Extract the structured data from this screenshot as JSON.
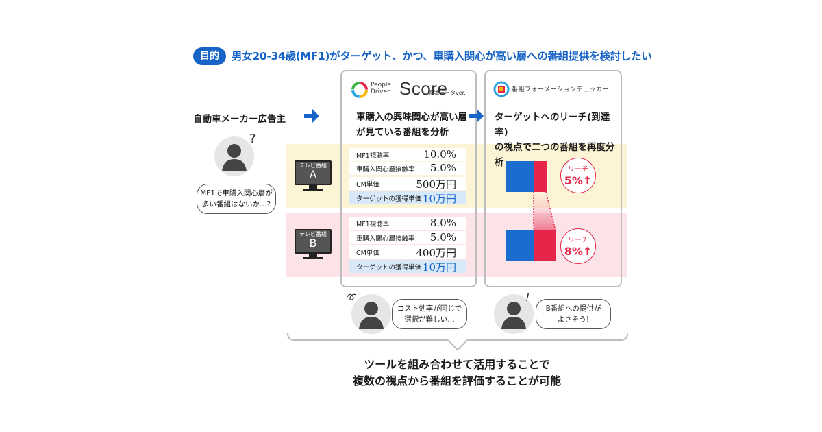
{
  "purpose": {
    "badge": "目的",
    "text": "男女20-34歳(MF1)がターゲット、かつ、車購入関心が高い層への番組提供を検討したい"
  },
  "advertiser": {
    "label": "自動車メーカー広告主",
    "bubble_line1": "MF1で車購入関心層が",
    "bubble_line2": "多い番組はないか…?",
    "mark": "?"
  },
  "tool1": {
    "logo_small_line1": "People",
    "logo_small_line2": "Driven",
    "logo_big": "Score",
    "logo_sub": "意識データver.",
    "heading_line1": "車購入の興味関心が高い層",
    "heading_line2": "が見ている番組を分析",
    "person_bubble_line1": "コスト効率が同じで",
    "person_bubble_line2": "選択が難しい…"
  },
  "tool2": {
    "logo_text": "番組フォーメーションチェッカー",
    "heading_line1": "ターゲットへのリーチ(到達率)",
    "heading_line2": "の視点で二つの番組を再度分析",
    "person_bubble_line1": "B番組への提供が",
    "person_bubble_line2": "よさそう!",
    "mark": "!"
  },
  "programs": [
    {
      "tv_label": "テレビ番組",
      "letter": "A",
      "metrics": [
        {
          "label": "MF1視聴率",
          "value": "10.0%"
        },
        {
          "label": "車購入関心層接触率",
          "value": "5.0%"
        },
        {
          "label": "CM単価",
          "value": "500万円"
        },
        {
          "label": "ターゲットの獲得単価",
          "value": "10万円"
        }
      ],
      "reach_title": "リーチ",
      "reach_value": "5%↑",
      "reach_pct": 5
    },
    {
      "tv_label": "テレビ番組",
      "letter": "B",
      "metrics": [
        {
          "label": "MF1視聴率",
          "value": "8.0%"
        },
        {
          "label": "車購入関心層接触率",
          "value": "5.0%"
        },
        {
          "label": "CM単価",
          "value": "400万円"
        },
        {
          "label": "ターゲットの獲得単価",
          "value": "10万円"
        }
      ],
      "reach_title": "リーチ",
      "reach_value": "8%↑",
      "reach_pct": 8
    }
  ],
  "conclusion": {
    "line1": "ツールを組み合わせて活用することで",
    "line2": "複数の視点から番組を評価することが可能"
  },
  "colors": {
    "accent_blue": "#1764c6",
    "reach_red": "#e5264a",
    "band_a": "#fdf4d6",
    "band_b": "#fbe3e8"
  }
}
